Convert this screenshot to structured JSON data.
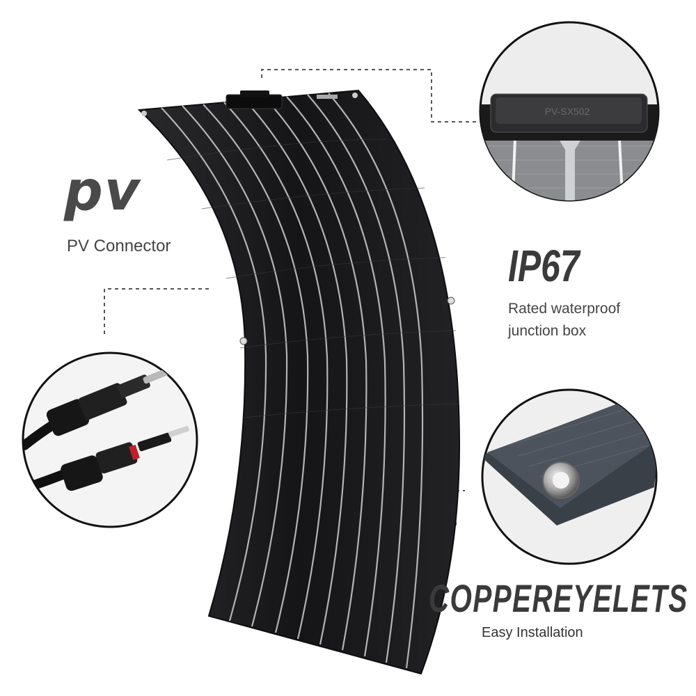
{
  "callouts": {
    "pv": {
      "title": "pv",
      "subtitle": "PV Connector"
    },
    "ip67": {
      "title": "IP67",
      "line1": "Rated waterproof",
      "line2": "junction box"
    },
    "eyelets": {
      "title": "COPPEREYELETS",
      "subtitle": "Easy Installation"
    }
  },
  "junction_box_label": "PV-SX502",
  "colors": {
    "panel": "#1c1c1e",
    "text": "#444444",
    "dashed": "#555555"
  }
}
